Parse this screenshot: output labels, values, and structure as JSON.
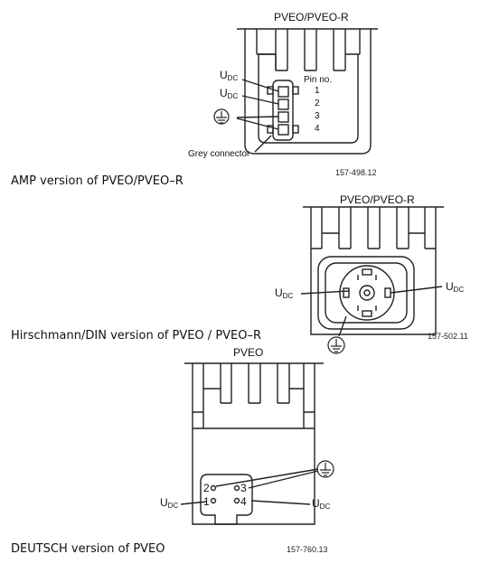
{
  "diagrams": [
    {
      "title": "PVEO/PVEO-R",
      "caption": "AMP version of PVEO/PVEO–R",
      "figure_number": "157-498.12",
      "connector_label": "Grey connector",
      "pin_header": "Pin no.",
      "pins": [
        "1",
        "2",
        "3",
        "4"
      ],
      "supply_label_main": "U",
      "supply_label_sub": "DC"
    },
    {
      "title": "PVEO/PVEO-R",
      "caption": "Hirschmann/DIN version of PVEO / PVEO–R",
      "figure_number": "157-502.11",
      "supply_label_main": "U",
      "supply_label_sub": "DC"
    },
    {
      "title": "PVEO",
      "caption": "DEUTSCH version of PVEO",
      "figure_number": "157-760.13",
      "pins": [
        "2",
        "3",
        "1",
        "4"
      ],
      "supply_label_main": "U",
      "supply_label_sub": "DC"
    }
  ],
  "icons": [
    "ground-icon"
  ]
}
